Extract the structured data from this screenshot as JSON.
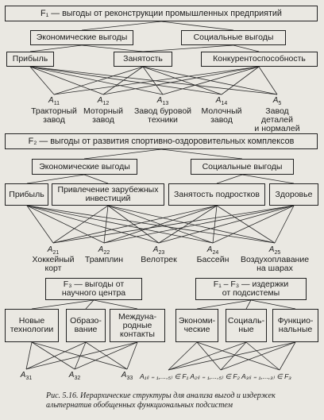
{
  "diagram1": {
    "title": "F₁ — выгоды от реконструкции промышленных предприятий",
    "level1": [
      "Экономические выгоды",
      "Социальные выгоды"
    ],
    "level2": [
      "Прибыль",
      "Занятость",
      "Конкурентоспособность"
    ],
    "alternatives": [
      {
        "code": "A",
        "sub": "11",
        "label": "Тракторный\nзавод"
      },
      {
        "code": "A",
        "sub": "12",
        "label": "Моторный\nзавод"
      },
      {
        "code": "A",
        "sub": "13",
        "label": "Завод буровой\nтехники"
      },
      {
        "code": "A",
        "sub": "14",
        "label": "Молочный\nзавод"
      },
      {
        "code": "A",
        "sub": "5",
        "label": "Завод деталей\nи нормалей"
      }
    ]
  },
  "diagram2": {
    "title": "F₂ — выгоды от развития спортивно-оздоровительных комплексов",
    "level1": [
      "Экономические выгоды",
      "Социальные выгоды"
    ],
    "level2": [
      "Прибыль",
      "Привлечение зарубежных\nинвестиций",
      "Занятость подростков",
      "Здоровье"
    ],
    "alternatives": [
      {
        "code": "A",
        "sub": "21",
        "label": "Хоккейный\nкорт"
      },
      {
        "code": "A",
        "sub": "22",
        "label": "Трамплин"
      },
      {
        "code": "A",
        "sub": "23",
        "label": "Велотрек"
      },
      {
        "code": "A",
        "sub": "24",
        "label": "Бассейн"
      },
      {
        "code": "A",
        "sub": "25",
        "label": "Воздухоплавание\nна шарах"
      }
    ]
  },
  "diagram3": {
    "title": "F₃ — выгоды от\nнаучного центра",
    "level1": [
      "Новые\nтехнологии",
      "Образо-\nвание",
      "Междуна-\nродные\nконтакты"
    ],
    "alternatives": [
      {
        "code": "A",
        "sub": "31"
      },
      {
        "code": "A",
        "sub": "32"
      },
      {
        "code": "A",
        "sub": "33"
      }
    ]
  },
  "diagram4": {
    "title": "F₁ – F₃ — издержки\nот подсистемы",
    "level1": [
      "Экономи-\nческие",
      "Социаль-\nные",
      "Функцио-\nнальные"
    ],
    "formula": "A₁₍ᵢ ₌ ₁,...,₅₎ ∈ F₁   A₂₍ᵢ ₌ ₁,...,₅₎ ∈ F₂   A₃₍ᵢ ₌ ₁,...,₃₎ ∈ F₃"
  },
  "caption": "Рис. 5.16. Иерархические структуры для анализа выгод и издержек альтернатив обобщенных функциональных подсистем"
}
